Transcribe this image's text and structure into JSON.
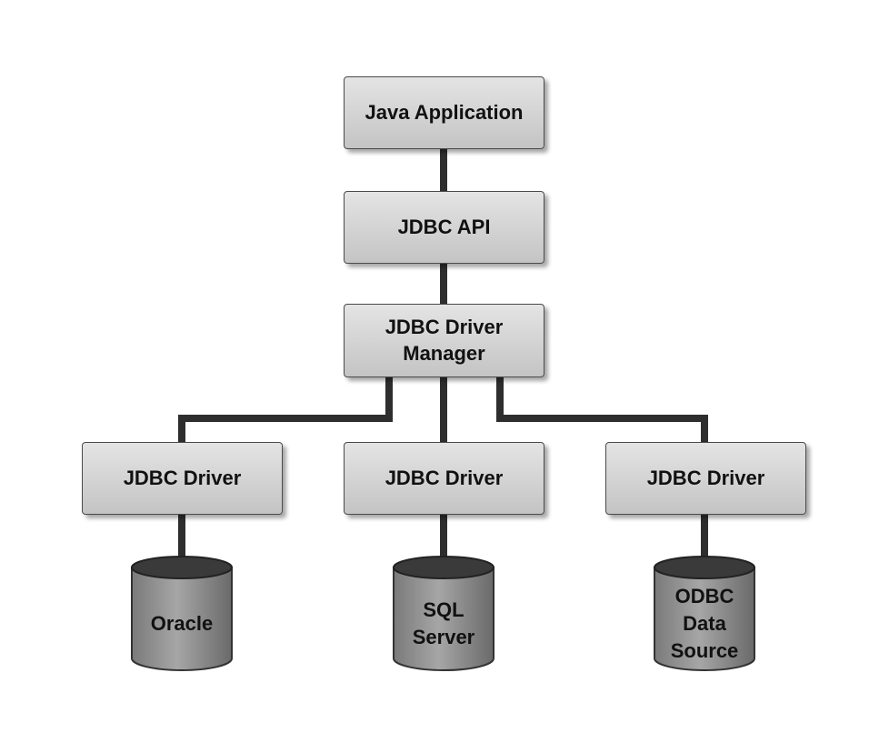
{
  "nodes": {
    "java_application": "Java Application",
    "jdbc_api": "JDBC API",
    "driver_manager": "JDBC Driver\nManager",
    "driver_left": "JDBC Driver",
    "driver_center": "JDBC Driver",
    "driver_right": "JDBC Driver"
  },
  "databases": {
    "oracle": "Oracle",
    "sql_server": "SQL\nServer",
    "odbc": "ODBC\nData\nSource"
  }
}
